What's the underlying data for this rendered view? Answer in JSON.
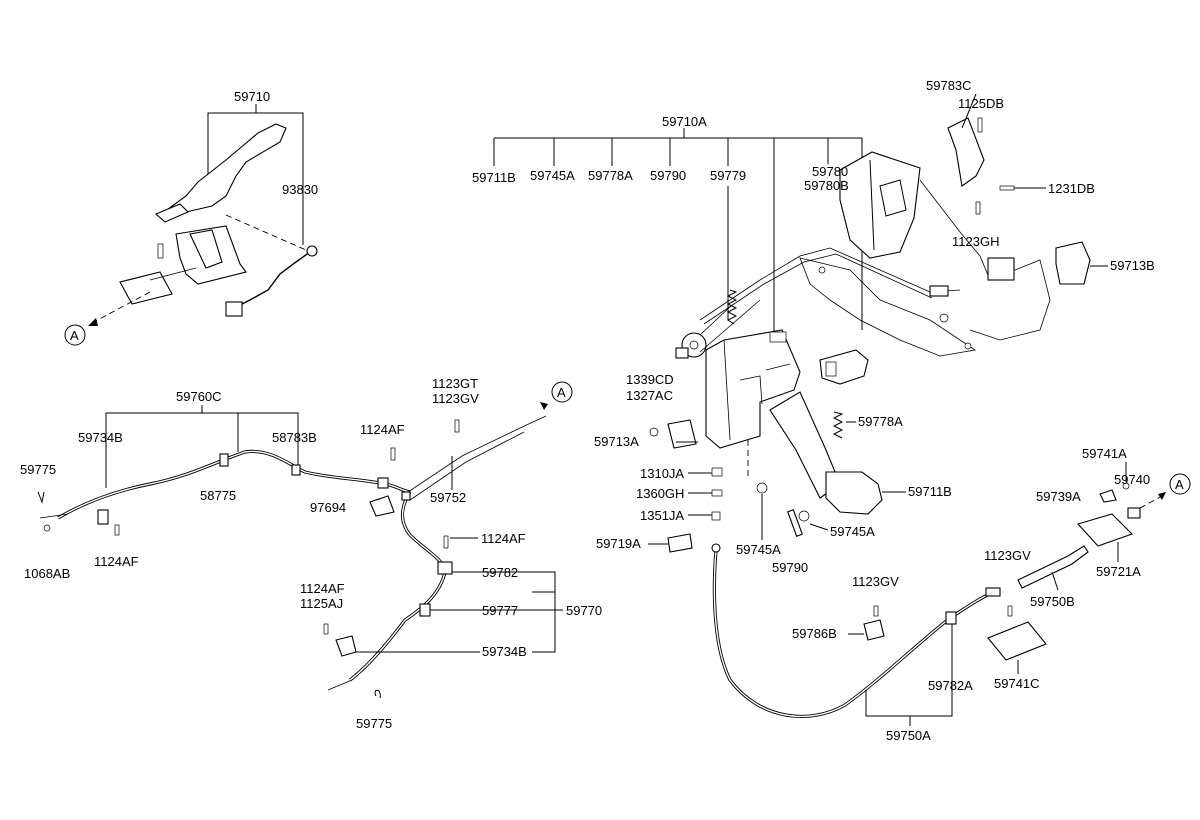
{
  "labels": {
    "l59710": "59710",
    "l93830": "93830",
    "lA1": "A",
    "l59760C": "59760C",
    "l59734B_top": "59734B",
    "l58783B": "58783B",
    "l59775_top": "59775",
    "l58775": "58775",
    "l1068AB": "1068AB",
    "l1124AF_left": "1124AF",
    "l1124AF_mid": "1124AF",
    "l1123GT": "1123GT",
    "l1123GV_top": "1123GV",
    "lA2": "A",
    "l97694": "97694",
    "l59752": "59752",
    "l1124AF_right": "1124AF",
    "l59782": "59782",
    "l59777": "59777",
    "l59770": "59770",
    "l59734B_bot": "59734B",
    "l1124AF_bot": "1124AF",
    "l1125AJ": "1125AJ",
    "l59775_bot": "59775",
    "l59710A": "59710A",
    "l59711B_top": "59711B",
    "l59745A_top": "59745A",
    "l59778A_top": "59778A",
    "l59790_top": "59790",
    "l59779": "59779",
    "l59780": "59780",
    "l59780B": "59780B",
    "l59783C": "59783C",
    "l1125DB": "1125DB",
    "l1231DB": "1231DB",
    "l1123GH": "1123GH",
    "l59713B": "59713B",
    "l1339CD": "1339CD",
    "l1327AC": "1327AC",
    "l59713A": "59713A",
    "l59778A_mid": "59778A",
    "l1310JA": "1310JA",
    "l1360GH": "1360GH",
    "l1351JA": "1351JA",
    "l59711B_mid": "59711B",
    "l59745A_left": "59745A",
    "l59745A_right": "59745A",
    "l59790_mid": "59790",
    "l59719A": "59719A",
    "l59741A": "59741A",
    "l59740": "59740",
    "l59739A": "59739A",
    "lA3": "A",
    "l59721A": "59721A",
    "l1123GV_mid": "1123GV",
    "l59750B": "59750B",
    "l1123GV_right": "1123GV",
    "l59786B": "59786B",
    "l59782A": "59782A",
    "l59741C": "59741C",
    "l59750A": "59750A"
  },
  "colors": {
    "line": "#000000",
    "background": "#ffffff"
  }
}
